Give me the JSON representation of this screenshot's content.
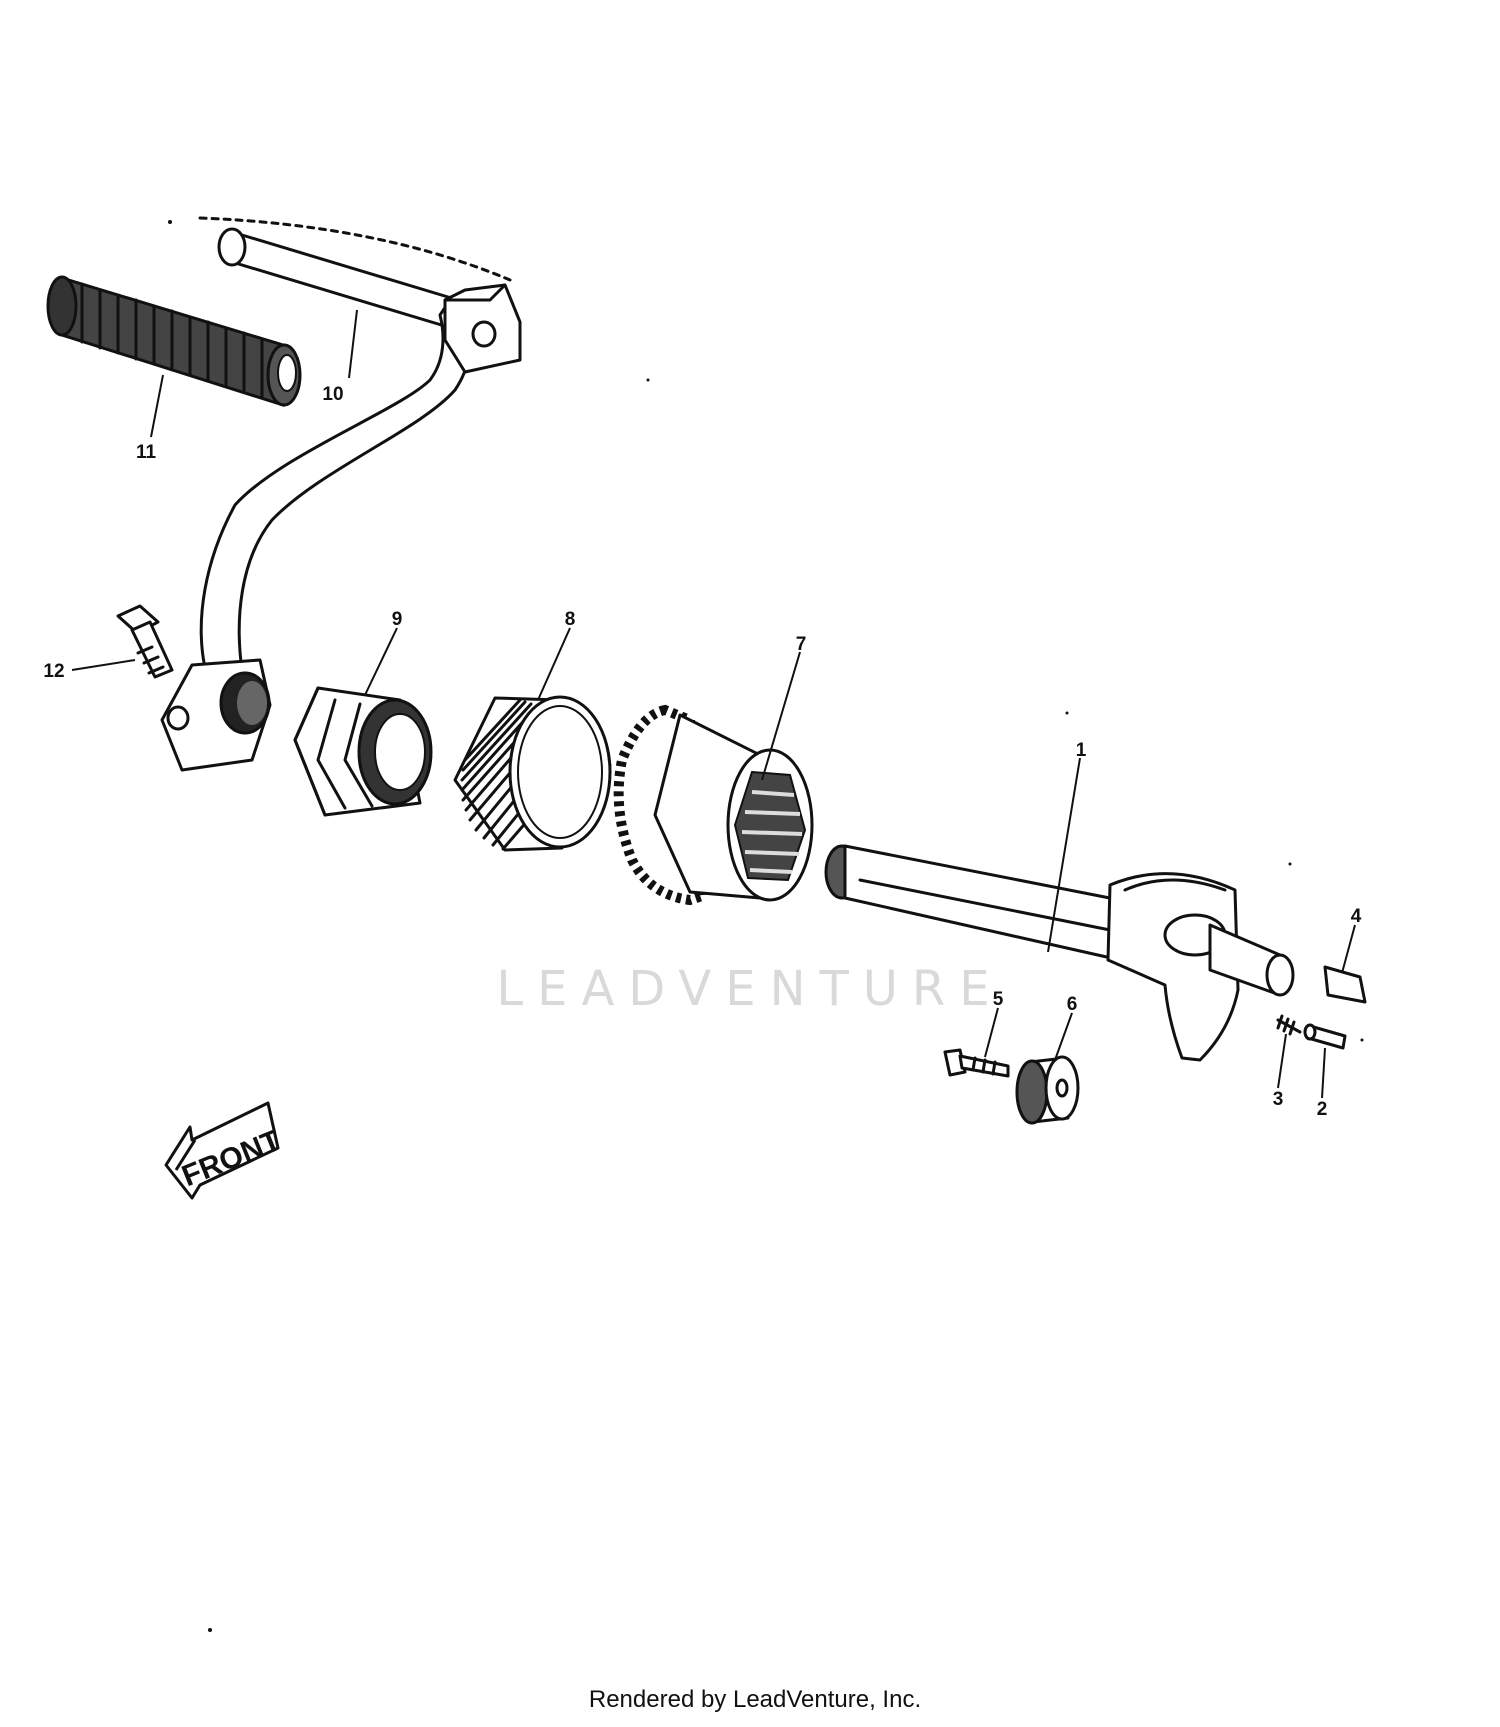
{
  "callouts": [
    "1",
    "2",
    "3",
    "4",
    "5",
    "6",
    "7",
    "8",
    "9",
    "10",
    "11",
    "12"
  ],
  "front_label": "FRONT",
  "watermark": "LEADVENTURE",
  "footer": "Rendered by LeadVenture, Inc."
}
